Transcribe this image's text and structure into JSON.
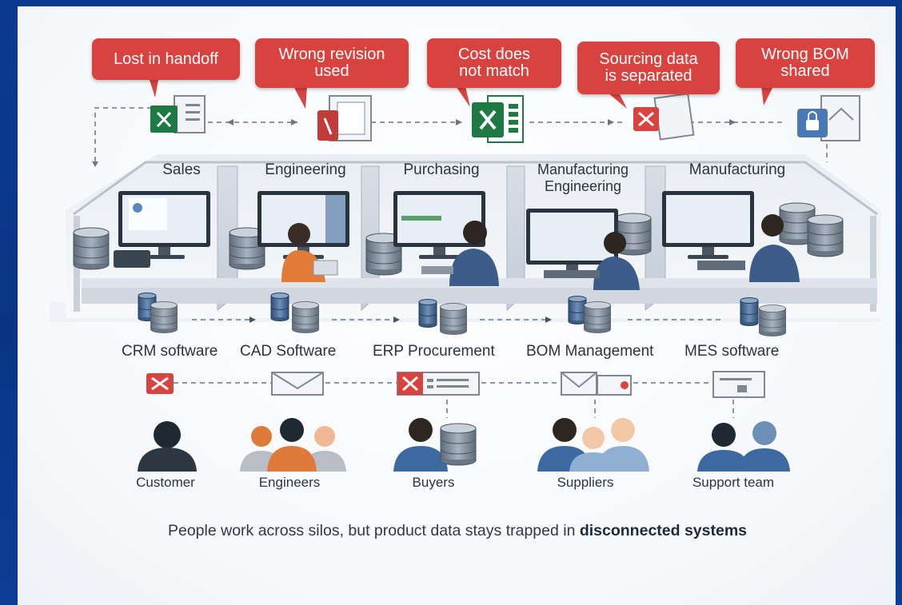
{
  "callouts": [
    {
      "text": "Lost in handoff"
    },
    {
      "text": "Wrong revision used"
    },
    {
      "text": "Cost does not match"
    },
    {
      "text": "Sourcing data is separated"
    },
    {
      "text": "Wrong BOM shared"
    }
  ],
  "departments": [
    "Sales",
    "Engineering",
    "Purchasing",
    "Manufacturing Engineering",
    "Manufacturing"
  ],
  "systems": [
    "CRM software",
    "CAD Software",
    "ERP Procurement",
    "BOM Management",
    "MES software"
  ],
  "people": [
    "Customer",
    "Engineers",
    "Buyers",
    "Suppliers",
    "Support team"
  ],
  "footer": {
    "text_plain": "People work across silos, but product data stays trapped in ",
    "text_bold": "disconnected systems"
  },
  "document_icons": [
    "excel-doc-icon",
    "pdf-doc-icon",
    "excel-icon",
    "cancelled-doc-icon",
    "locked-doc-icon"
  ],
  "colors": {
    "frame_blue": "#0b3a8e",
    "callout_red": "#d9433f",
    "excel_green": "#1e7a43",
    "people_blue": "#3d6ea5",
    "people_orange": "#e07a3a"
  }
}
